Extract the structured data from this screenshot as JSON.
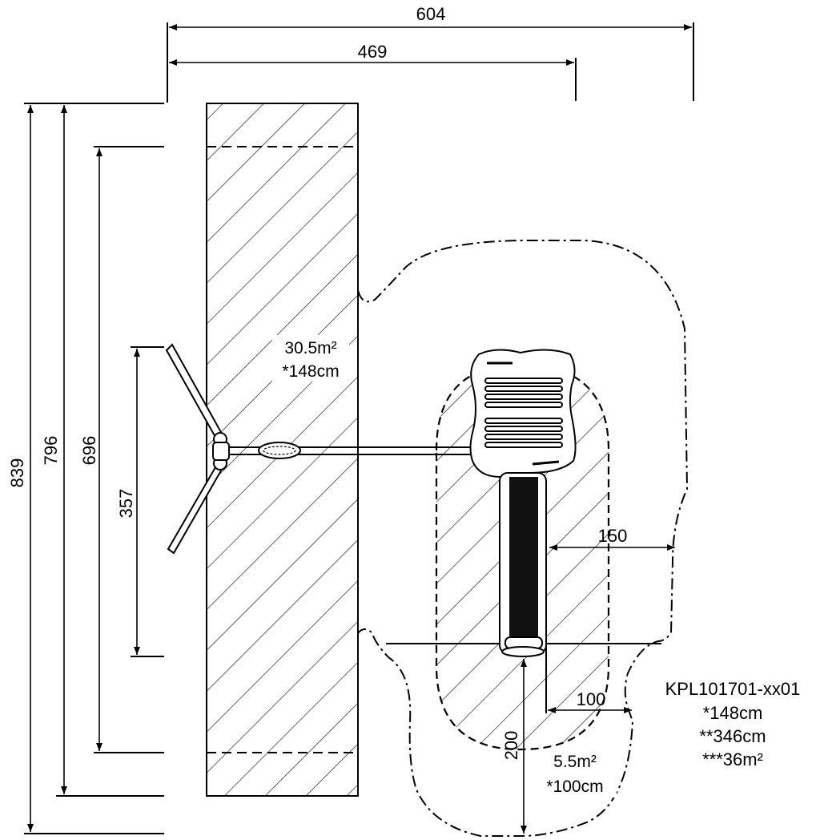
{
  "drawing": {
    "overall_dimensions": {
      "width_total": "604",
      "width_inner": "469",
      "height_839": "839",
      "height_796": "796",
      "height_696": "696",
      "height_357": "357"
    },
    "zone_main": {
      "area": "30.5m²",
      "free_fall": "*148cm"
    },
    "zone_small": {
      "area": "5.5m²",
      "free_fall": "*100cm"
    },
    "clearances": {
      "side": "150",
      "bottom": "100",
      "front": "200"
    },
    "product": {
      "code": "KPL101701-xx01",
      "line1": "*148cm",
      "line2": "**346cm",
      "line3": "***36m²"
    }
  }
}
